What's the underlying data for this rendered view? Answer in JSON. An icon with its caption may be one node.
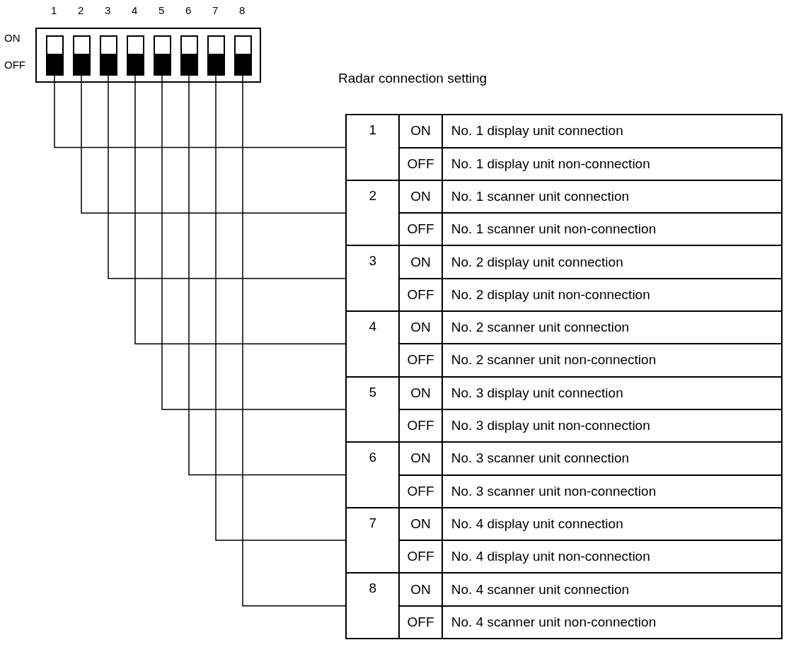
{
  "diagram": {
    "nodes": [
      {
        "text": [],
        "shape": "box",
        "beside": [
          "ON",
          "OFF"
        ]
      },
      {
        "text": [],
        "shape": "box",
        "in": 0,
        "beside": [
          "1"
        ]
      },
      {
        "text": [],
        "shape": "box",
        "in": 0,
        "beside": [
          "2"
        ]
      },
      {
        "text": [],
        "shape": "box",
        "in": 0,
        "beside": [
          "3"
        ]
      },
      {
        "text": [],
        "shape": "box",
        "in": 0,
        "beside": [
          "4"
        ]
      },
      {
        "text": [],
        "shape": "box",
        "in": 0,
        "beside": [
          "5"
        ]
      },
      {
        "text": [],
        "shape": "box",
        "in": 0,
        "beside": [
          "6"
        ]
      },
      {
        "text": [],
        "shape": "box",
        "in": 0,
        "beside": [
          "7"
        ]
      },
      {
        "text": [],
        "shape": "box",
        "in": 0,
        "beside": [
          "8"
        ]
      },
      {
        "text": [
          "Radar connection setting"
        ]
      },
      {
        "text": [
          "1"
        ],
        "in": 9
      },
      {
        "text": [
          "2"
        ],
        "in": 9
      },
      {
        "text": [
          "3"
        ],
        "in": 9
      },
      {
        "text": [
          "4"
        ],
        "in": 9
      },
      {
        "text": [
          "5"
        ],
        "in": 9
      },
      {
        "text": [
          "6"
        ],
        "in": 9
      },
      {
        "text": [
          "7"
        ],
        "in": 9
      },
      {
        "text": [
          "8"
        ],
        "in": 9
      }
    ],
    "edges": [
      {
        "from": 1,
        "to": 10,
        "arrow": "none"
      },
      {
        "from": 2,
        "to": 11,
        "arrow": "none"
      },
      {
        "from": 3,
        "to": 12,
        "arrow": "none"
      },
      {
        "from": 4,
        "to": 13,
        "arrow": "none"
      },
      {
        "from": 5,
        "to": 14,
        "arrow": "none"
      },
      {
        "from": 6,
        "to": 15,
        "arrow": "none"
      },
      {
        "from": 7,
        "to": 16,
        "arrow": "none"
      },
      {
        "from": 8,
        "to": 17,
        "arrow": "none"
      }
    ],
    "labels": [
      "ON",
      "No. 1 display unit connection",
      "OFF",
      "No. 1 display unit non-connection",
      "ON",
      "No. 1 scanner unit connection",
      "OFF",
      "No. 1 scanner unit non-connection",
      "ON",
      "No. 2 display unit connection",
      "OFF",
      "No. 2 display unit non-connection",
      "ON",
      "No. 2 scanner unit connection",
      "OFF",
      "No. 2 scanner unit non-connection",
      "ON",
      "No. 3 display unit connection",
      "OFF",
      "No. 3 display unit non-connection",
      "ON",
      "No. 3 scanner unit connection",
      "OFF",
      "No. 3 scanner unit non-connection",
      "ON",
      "No. 4 display unit connection",
      "OFF",
      "No. 4 display unit non-connection",
      "ON",
      "No. 4 scanner unit connection",
      "OFF",
      "No. 4 scanner unit non-connection"
    ]
  }
}
